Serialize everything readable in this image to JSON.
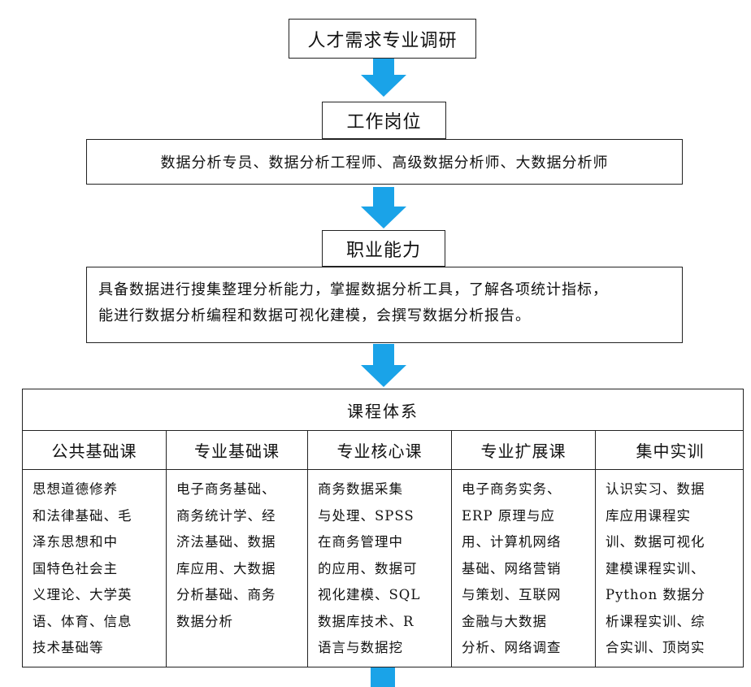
{
  "accent_color": "#1aa3e8",
  "steps": {
    "research": "人才需求专业调研",
    "jobs_title": "工作岗位",
    "jobs_content": "数据分析专员、数据分析工程师、高级数据分析师、大数据分析师",
    "ability_title": "职业能力",
    "ability_lines": [
      "具备数据进行搜集整理分析能力，掌握数据分析工具，了解各项统计指标，",
      "能进行数据分析编程和数据可视化建模，会撰写数据分析报告。"
    ]
  },
  "curriculum": {
    "title": "课程体系",
    "columns": [
      {
        "header": "公共基础课",
        "lines": [
          "思想道德修养",
          "和法律基础、毛",
          "泽东思想和中",
          "国特色社会主",
          "义理论、大学英",
          "语、体育、信息",
          "技术基础等"
        ]
      },
      {
        "header": "专业基础课",
        "lines": [
          "电子商务基础、",
          "商务统计学、经",
          "济法基础、数据",
          "库应用、大数据",
          "分析基础、商务",
          "数据分析"
        ]
      },
      {
        "header": "专业核心课",
        "lines": [
          "商务数据采集",
          "与处理、SPSS",
          "在商务管理中",
          "的应用、数据可",
          "视化建模、SQL",
          "数据库技术、R",
          "语言与数据挖"
        ]
      },
      {
        "header": "专业扩展课",
        "lines": [
          "电子商务实务、",
          "ERP 原理与应",
          "用、计算机网络",
          "基础、网络营销",
          "与策划、互联网",
          "金融与大数据",
          "分析、网络调查"
        ]
      },
      {
        "header": "集中实训",
        "lines": [
          "认识实习、数据",
          "库应用课程实",
          "训、数据可视化",
          "建模课程实训、",
          "Python 数据分",
          "析课程实训、综",
          "合实训、顶岗实"
        ]
      }
    ]
  }
}
